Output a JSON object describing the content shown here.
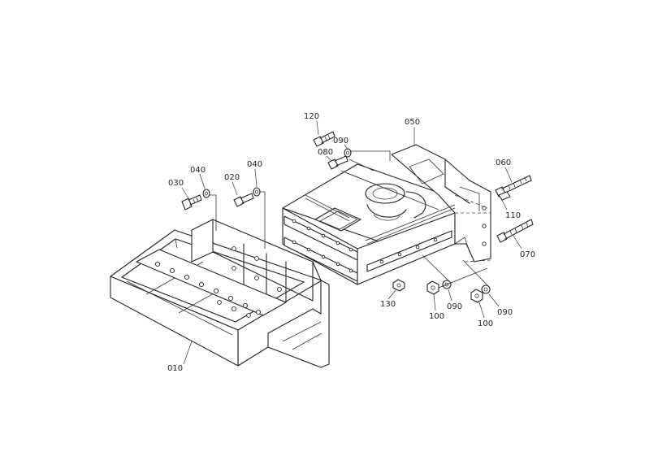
{
  "labels": {
    "p010": "010",
    "p020": "020",
    "p030": "030",
    "p040a": "040",
    "p040b": "040",
    "p050": "050",
    "p060": "060",
    "p070": "070",
    "p080": "080",
    "p090a": "090",
    "p090b": "090",
    "p090c": "090",
    "p100a": "100",
    "p100b": "100",
    "p110": "110",
    "p120": "120",
    "p130": "130"
  }
}
